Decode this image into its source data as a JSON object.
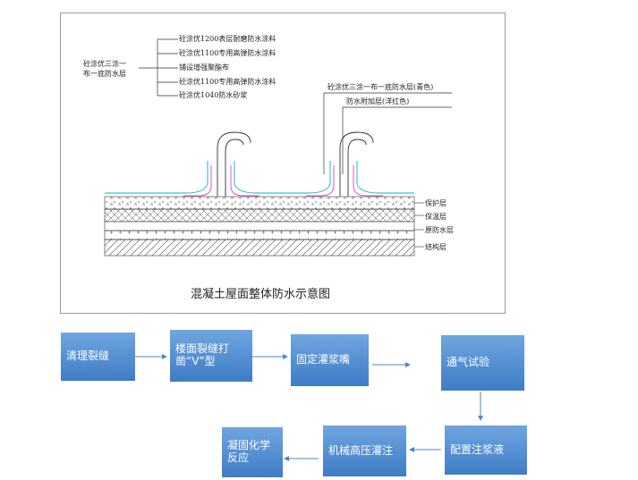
{
  "diagram": {
    "caption": "混凝土屋面整体防水示意图",
    "group_label_line1": "砼涂优三涂一",
    "group_label_line2": "布一底防水层",
    "group_items": [
      "砼涂优1200表层耐磨防水涂料",
      "砼涂优1100专用高弹防水涂料",
      "铺设增强聚酯布",
      "砼涂优1100专用高弹防水涂料",
      "砼涂优1040防水砂浆"
    ],
    "right_notes": [
      "砼涂优三涂一布一底防水层(青色)",
      "防水附加层(洋红色)"
    ],
    "layers": [
      "保护层",
      "保温层",
      "原防水层",
      "结构层"
    ],
    "colors": {
      "cyan_layer": "#00b4c8",
      "magenta_layer": "#e040c8"
    }
  },
  "flow": {
    "steps": [
      "清理裂缝",
      "楼面裂缝打凿“V”型",
      "固定灌浆嘴",
      "通气试验",
      "配置注浆液",
      "机械高压灌注",
      "凝固化学反应"
    ],
    "box_color": "#4a87d0"
  }
}
